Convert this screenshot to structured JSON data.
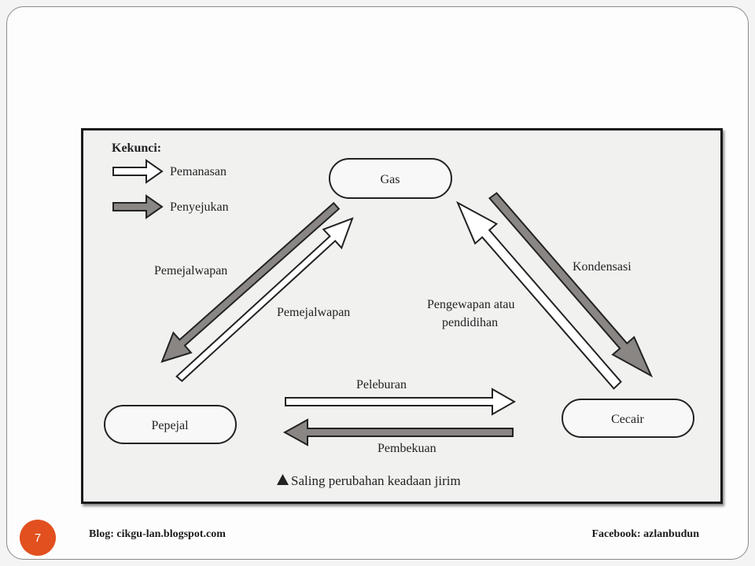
{
  "legend": {
    "title": "Kekunci:",
    "heating": "Pemanasan",
    "cooling": "Penyejukan"
  },
  "states": {
    "gas": "Gas",
    "solid": "Pepejal",
    "liquid": "Cecair"
  },
  "processes": {
    "gas_to_solid": "Pemejalwapan",
    "solid_to_gas": "Pemejalwapan",
    "gas_to_liquid": "Kondensasi",
    "liquid_to_gas_line1": "Pengewapan atau",
    "liquid_to_gas_line2": "pendidihan",
    "solid_to_liquid": "Peleburan",
    "liquid_to_solid": "Pembekuan"
  },
  "caption": "Saling perubahan keadaan jirim",
  "footer": {
    "page_number": "7",
    "blog": "Blog: cikgu-lan.blogspot.com",
    "facebook": "Facebook: azlanbudun"
  },
  "colors": {
    "heating_arrow_fill": "#ffffff",
    "cooling_arrow_fill": "#8a8684",
    "page_badge": "#e1501e"
  }
}
